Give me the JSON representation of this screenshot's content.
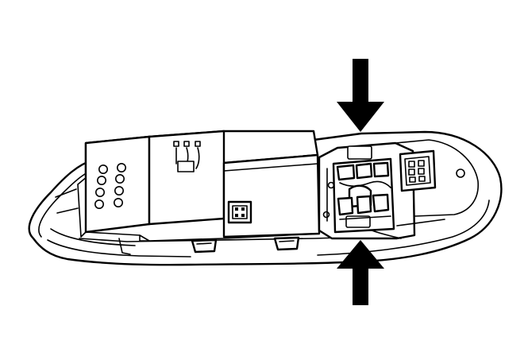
{
  "diagram": {
    "colors": {
      "stroke": "#000000",
      "background": "#ffffff",
      "arrow": "#000000"
    },
    "arrows": [
      {
        "name": "arrow-down-press",
        "direction": "down"
      },
      {
        "name": "arrow-up-press",
        "direction": "up"
      }
    ],
    "switch_buttons": 9,
    "connector_pins_large": 8,
    "connector_pins_small": 4,
    "connector_pins_right": 6
  }
}
